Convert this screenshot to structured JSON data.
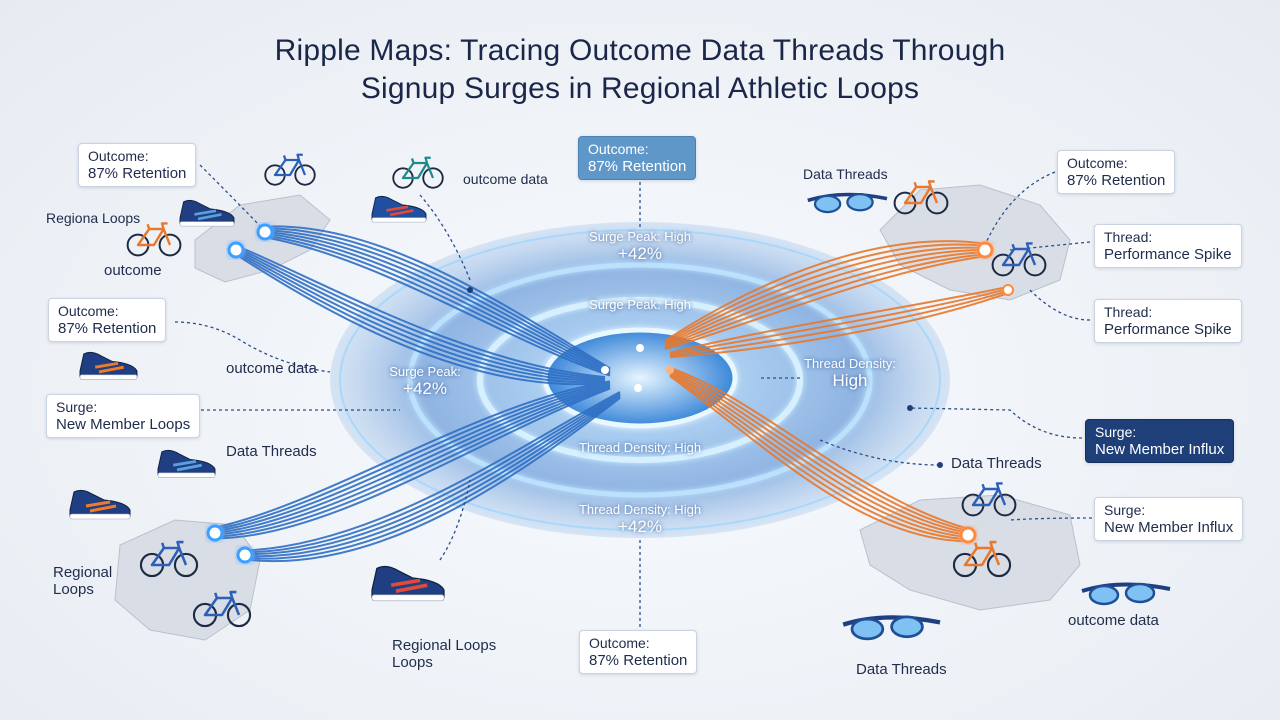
{
  "title_line1": "Ripple Maps: Tracing Outcome Data Threads Through",
  "title_line2": "Signup Surges in Regional Athletic Loops",
  "colors": {
    "blue_thread": "#2f6fc4",
    "orange_thread": "#e8782c",
    "navy": "#1e3f78",
    "ring_glow": "#8fd0ff"
  },
  "cards": {
    "tl_outcome": {
      "l1": "Outcome:",
      "l2": "87% Retention"
    },
    "ml_outcome": {
      "l1": "Outcome:",
      "l2": "87% Retention"
    },
    "ml_surge": {
      "l1": "Surge:",
      "l2": "New Member Loops"
    },
    "top_outcome": {
      "l1": "Outcome:",
      "l2": "87% Retention"
    },
    "tr_outcome": {
      "l1": "Outcome:",
      "l2": "87% Retention"
    },
    "tr_thread1": {
      "l1": "Thread:",
      "l2": "Performance Spike"
    },
    "tr_thread2": {
      "l1": "Thread:",
      "l2": "Performance Spike"
    },
    "r_surge_navy": {
      "l1": "Surge:",
      "l2": "New Member Influx"
    },
    "r_surge": {
      "l1": "Surge:",
      "l2": "New Member Influx"
    },
    "bottom_outcome": {
      "l1": "Outcome:",
      "l2": "87% Retention"
    }
  },
  "labels": {
    "regiona_loops": "Regiona Loops",
    "outcome": "outcome",
    "outcome_data_top": "outcome data",
    "outcome_data_left": "outcome data",
    "data_threads_left": "Data Threads",
    "data_threads_tr": "Data Threads",
    "data_threads_right": "Data Threads",
    "data_threads_bottom": "Data Threads",
    "regional_loops_bl_1": "Regional",
    "regional_loops_bl_2": "Loops",
    "regional_loops_bottom_1": "Regional Loops",
    "regional_loops_bottom_2": "Loops",
    "outcome_data_br": "outcome data"
  },
  "center_labels": {
    "c1_l1": "Surge Peak: High",
    "c1_l2": "+42%",
    "c2": "Surge Peak: High",
    "c3_l1": "Surge Peak:",
    "c3_l2": "+42%",
    "c4_l1": "Thread Density:",
    "c4_l2": "High",
    "c5": "Thread Density: High",
    "c6_l1": "Thread Density: High",
    "c6_l2": "+42%"
  },
  "icons": [
    "bicycle-icon",
    "running-shoe-icon",
    "swim-goggles-icon",
    "region-map-icon",
    "data-node-icon"
  ]
}
